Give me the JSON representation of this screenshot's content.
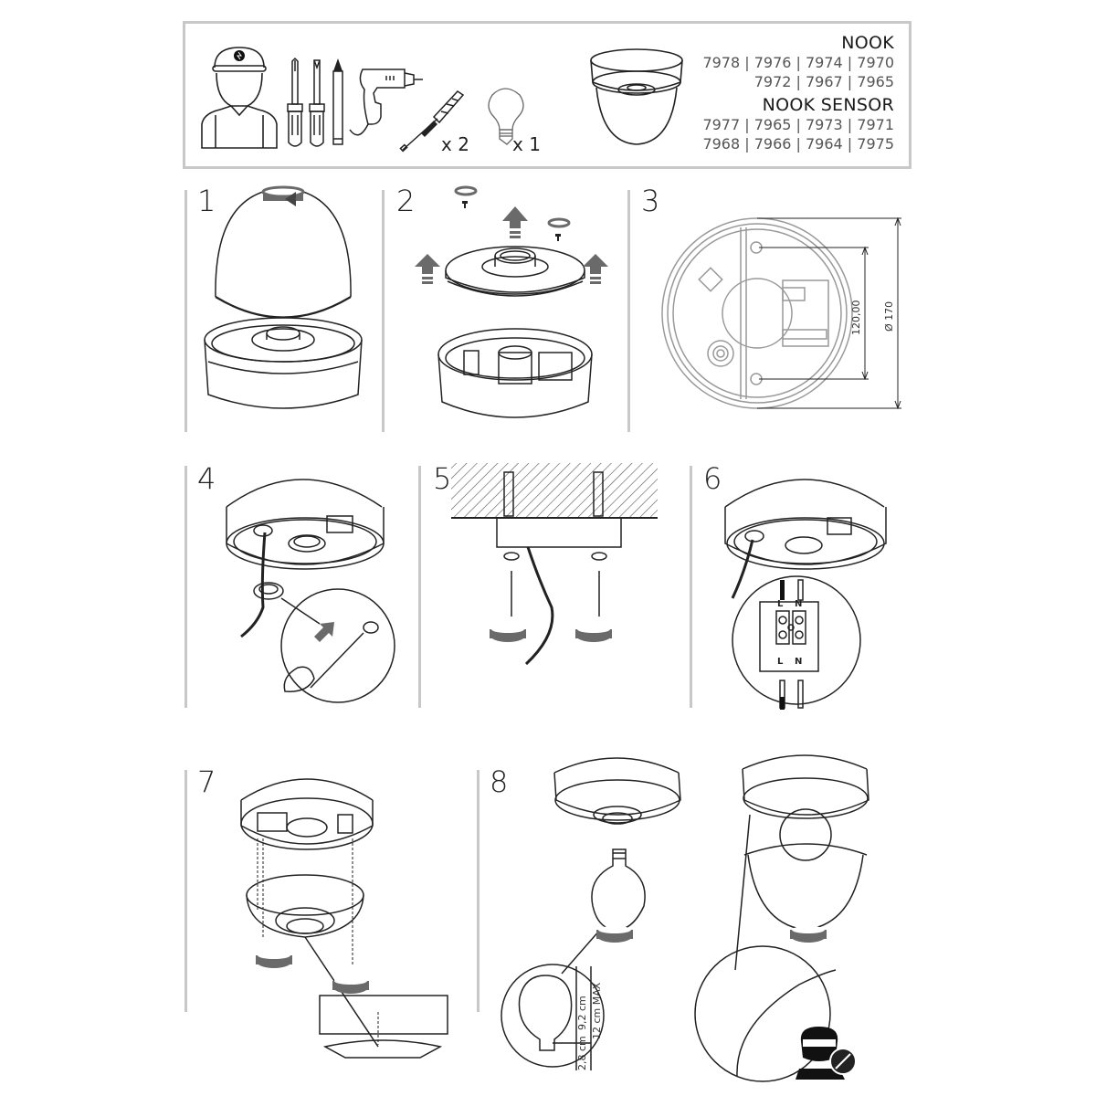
{
  "header": {
    "tools": [
      {
        "name": "electrician",
        "icon": "electrician-icon"
      },
      {
        "name": "phillips-screwdriver",
        "icon": "phillips-screwdriver-icon"
      },
      {
        "name": "flat-screwdriver",
        "icon": "flat-screwdriver-icon"
      },
      {
        "name": "pencil",
        "icon": "pencil-icon"
      },
      {
        "name": "drill",
        "icon": "drill-icon"
      }
    ],
    "included": [
      {
        "item": "screw-and-wall-plug",
        "quantity": "x 2"
      },
      {
        "item": "light-bulb",
        "quantity": "x 1"
      }
    ],
    "products": [
      {
        "name": "NOOK",
        "codes": [
          "7978 | 7976 | 7974 | 7970",
          "7972 | 7967 | 7965"
        ]
      },
      {
        "name": "NOOK SENSOR",
        "codes": [
          "7977 | 7965 | 7973 | 7971",
          "7968 | 7966 | 7964 | 7975"
        ]
      }
    ]
  },
  "steps": [
    {
      "number": "1",
      "description": "Twist and remove glass dome"
    },
    {
      "number": "2",
      "description": "Unscrew and lift off inner plate"
    },
    {
      "number": "3",
      "description": "Base dimensions",
      "dimensions": {
        "hole_spacing": "120,00",
        "diameter": "Ø 170"
      }
    },
    {
      "number": "4",
      "description": "Push out cable grommet with screwdriver"
    },
    {
      "number": "5",
      "description": "Mount base to ceiling with screws and wall plugs"
    },
    {
      "number": "6",
      "description": "Connect wiring to terminal block",
      "terminals": {
        "top_left": "L",
        "top_right": "N",
        "bottom_left": "L",
        "bottom_right": "N"
      }
    },
    {
      "number": "7",
      "description": "Reattach inner plate with screws"
    },
    {
      "number": "8",
      "description": "Insert bulb and attach glass dome",
      "bulb_dimensions": {
        "glass": "9,2 cm",
        "base": "2,8 cm",
        "max": "12 cm MAX"
      }
    }
  ],
  "colors": {
    "line": "#222222",
    "divider": "#c8c8c8",
    "arrow": "#6a6a6a"
  }
}
